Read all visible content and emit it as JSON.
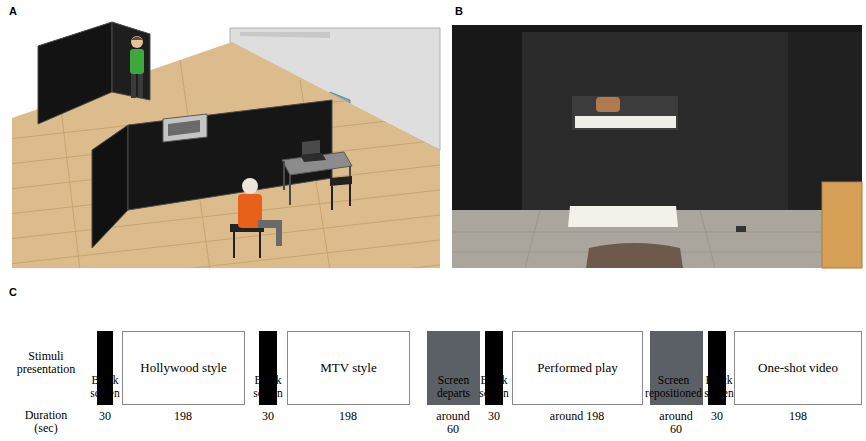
{
  "diagram": {
    "nodes": [
      {
        "text": [
          "Black screen"
        ]
      },
      {
        "text": [
          "Hollywood style"
        ]
      },
      {
        "text": [
          "Black screen"
        ]
      },
      {
        "text": [
          "MTV style"
        ]
      },
      {
        "text": [
          "Screen departs"
        ]
      },
      {
        "text": [
          "Black screen"
        ]
      },
      {
        "text": [
          "Performed play"
        ]
      },
      {
        "text": [
          "Screen repositioned"
        ]
      },
      {
        "text": [
          "Black screen"
        ]
      },
      {
        "text": [
          "One-shot video"
        ]
      }
    ],
    "labels": [
      "A",
      "B",
      "C",
      "Stimuli presentation",
      "Duration (sec)",
      "30",
      "198",
      "30",
      "198",
      "around 60",
      "30",
      "around 198",
      "around 60",
      "30",
      "198"
    ]
  }
}
